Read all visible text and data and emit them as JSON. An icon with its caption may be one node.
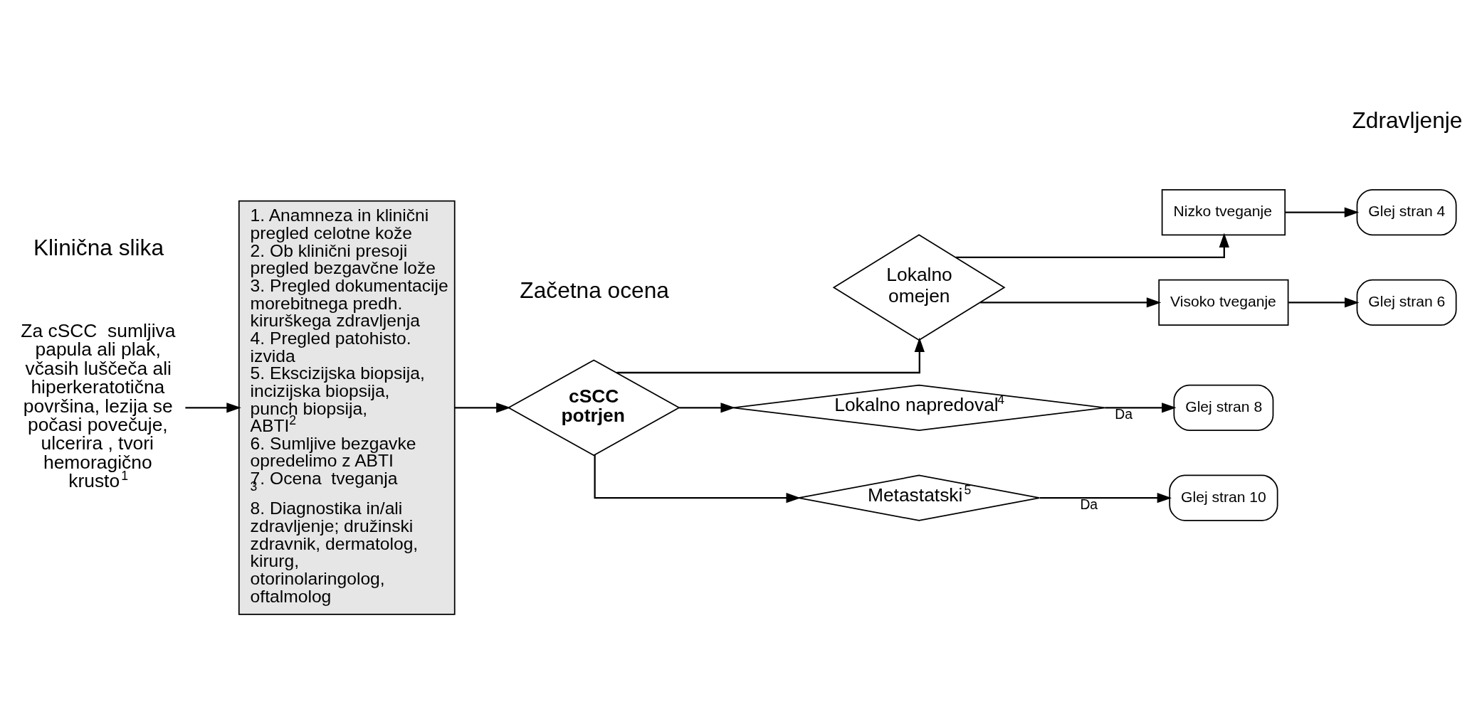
{
  "diagram": {
    "nodes": [
      {
        "text": [
          "Za cSCC  sumljiva papula ali plak, včasih luščeča ali hiperkeratotična površina, lezija se počasi povečuje, ulcerira , tvori hemoragično krusto$^{1}$"
        ]
      },
      {
        "text": [
          "1. Anamneza in klinični pregled celotne kože",
          "2. Ob klinični presoji pregled bezgavčne lože",
          "3. Pregled dokumentacije morebitnega predh. kirurškega zdravljenja",
          "4. Pregled patohisto. izvida",
          "5. Ekscizijska biopsija, incizijska biopsija, punch biopsija, ABTI$^{2}$",
          "6. Sumljive bezgavke opredelimo z ABTI",
          "7. Ocena  tveganja $^{3}$",
          "8. Diagnostika in/ali zdravljenje; družinski zdravnik, dermatolog, kirurg, otorinolaringolog, oftalmolog"
        ]
      },
      {
        "text": [
          "cSCC potrjen"
        ]
      },
      {
        "text": [
          "Lokalno omejen"
        ]
      },
      {
        "text": [
          "Lokalno napredoval$^{4}$"
        ]
      },
      {
        "text": [
          "Metastatski$^{5}$"
        ]
      },
      {
        "text": [
          "Nizko tveganje"
        ]
      },
      {
        "text": [
          "Visoko tveganje"
        ]
      },
      {
        "text": [
          "Glej stran 4"
        ]
      },
      {
        "text": [
          "Glej stran 6"
        ]
      },
      {
        "text": [
          "Glej stran 8"
        ]
      },
      {
        "text": [
          "Glej stran 10"
        ]
      }
    ],
    "edges": [
      {
        "from": 0,
        "to": 1,
        "arrow": "to"
      },
      {
        "from": 1,
        "to": 2,
        "arrow": "to"
      },
      {
        "from": 2,
        "to": 3,
        "arrow": "to"
      },
      {
        "from": 2,
        "to": 4,
        "arrow": "to"
      },
      {
        "from": 2,
        "to": 5,
        "arrow": "to"
      },
      {
        "from": 3,
        "to": 6,
        "arrow": "to"
      },
      {
        "from": 3,
        "to": 7,
        "arrow": "to"
      },
      {
        "from": 6,
        "to": 8,
        "arrow": "to"
      },
      {
        "from": 7,
        "to": 9,
        "arrow": "to"
      },
      {
        "from": 4,
        "to": 10,
        "label": "Da",
        "arrow": "to"
      },
      {
        "from": 5,
        "to": 11,
        "label": "Da",
        "arrow": "to"
      }
    ],
    "labels": [
      "Klinična slika",
      "Začetna ocena",
      "Zdravljenje"
    ]
  }
}
